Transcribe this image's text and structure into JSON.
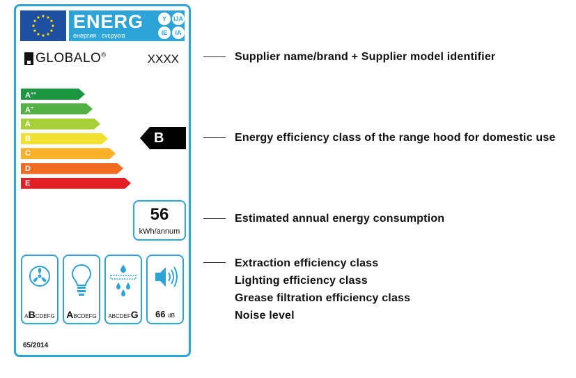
{
  "label": {
    "energy_word": "ENERG",
    "energy_subtitle": "енергия · ενεργεια",
    "language_badges": [
      "Y",
      "IJA",
      "IE",
      "IA"
    ],
    "brand": "GLOBALO",
    "brand_mark": "®",
    "model": "XXXX",
    "scale": [
      {
        "letter": "A",
        "plus": "++",
        "color": "#1a9641"
      },
      {
        "letter": "A",
        "plus": "+",
        "color": "#52b045"
      },
      {
        "letter": "A",
        "plus": "",
        "color": "#a6cf38"
      },
      {
        "letter": "B",
        "plus": "",
        "color": "#f0e030"
      },
      {
        "letter": "C",
        "plus": "",
        "color": "#fbb02c"
      },
      {
        "letter": "D",
        "plus": "",
        "color": "#f26b23"
      },
      {
        "letter": "E",
        "plus": "",
        "color": "#e31f26"
      }
    ],
    "current_class": "B",
    "consumption_value": "56",
    "consumption_unit": "kWh/annum",
    "extraction": {
      "icon": "fan-icon",
      "before": "A",
      "bold": "B",
      "after": "CDEFG"
    },
    "lighting": {
      "icon": "light-bulb-icon",
      "before": "",
      "bold": "A",
      "after": "BCDEFG"
    },
    "grease": {
      "icon": "grease-filter-icon",
      "before": "ABCDEF",
      "bold": "G",
      "after": ""
    },
    "noise": {
      "icon": "speaker-icon",
      "value": "66",
      "unit": "dB"
    },
    "regulation": "65/2014",
    "accent_color": "#2ea3d8",
    "flag_color": "#1f4fa0"
  },
  "callouts": {
    "supplier": "Supplier name/brand + Supplier model identifier",
    "efficiency": "Energy efficiency class of the range hood for domestic use",
    "consumption": "Estimated annual energy consumption",
    "extraction": "Extraction efficiency class",
    "lighting": "Lighting efficiency class",
    "grease": "Grease filtration efficiency class",
    "noise": "Noise level"
  }
}
